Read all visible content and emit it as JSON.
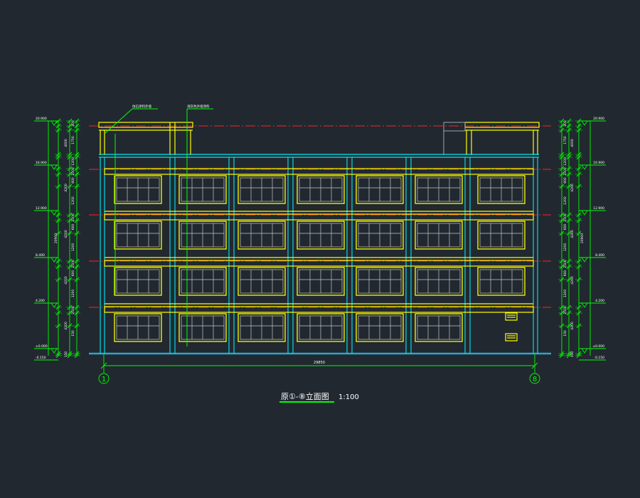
{
  "drawing": {
    "title": "原①-⑧立面图",
    "scale": "1:100",
    "total_width": "29850",
    "axis_start": "1",
    "axis_end": "8",
    "callout_a": "仿石涂料外墙",
    "callout_b": "浅灰色外墙涂料"
  },
  "levels_left": {
    "top": "20.900",
    "l5": "16.900",
    "l4": "12.900",
    "l3": "8.400",
    "l2": "4.200",
    "ground": "±0.000",
    "base": "-0.150"
  },
  "levels_right": {
    "top": "20.900",
    "l5": "16.900",
    "l4": "12.900",
    "l3": "8.400",
    "l2": "4.200",
    "ground": "±0.000",
    "base": "-0.150"
  },
  "dims_left": {
    "c1": [
      "300",
      "1750",
      "1200",
      "2500",
      "600",
      "1200",
      "2500",
      "600",
      "1200",
      "2500",
      "600",
      "1200",
      "2500",
      "150"
    ],
    "c2": [
      "4000",
      "4200",
      "4200",
      "4200",
      "4200",
      "150"
    ],
    "c3": "20900"
  },
  "dims_right": {
    "c1": [
      "300",
      "1750",
      "1200",
      "2500",
      "600",
      "1200",
      "2500",
      "600",
      "1200",
      "2500",
      "600",
      "1200",
      "2500",
      "150"
    ],
    "c2": [
      "4000",
      "4200",
      "4200",
      "4200",
      "4200",
      "150"
    ],
    "c3": "20900"
  },
  "colors": {
    "background": "#212830",
    "column": "#00ffff",
    "window": "#ffff00",
    "floor_line": "#ff0000",
    "dimension": "#00ff00",
    "mullion": "#c0c0c0"
  }
}
